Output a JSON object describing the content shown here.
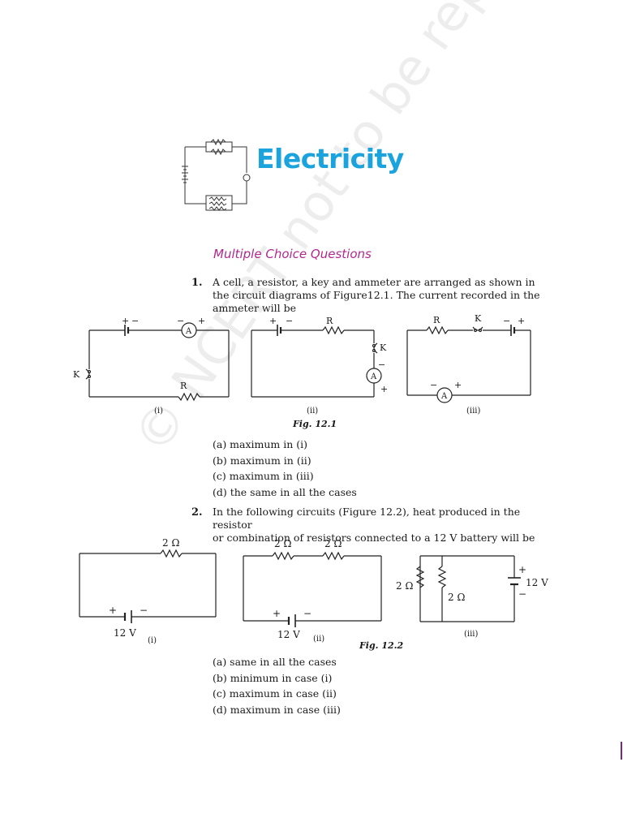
{
  "chapter": {
    "title": "Electricity"
  },
  "section": {
    "title": "Multiple Choice Questions"
  },
  "questions": [
    {
      "number": "1.",
      "lines": [
        "A cell, a resistor, a key and ammeter are arranged as shown in",
        "the circuit diagrams of Figure12.1. The current recorded in the",
        "ammeter will be"
      ],
      "figure_caption": "Fig. 12.1",
      "options": [
        "(a)  maximum in (i)",
        "(b)  maximum in (ii)",
        "(c)  maximum in (iii)",
        "(d)  the same in all the cases"
      ]
    },
    {
      "number": "2.",
      "lines": [
        "In the following circuits (Figure 12.2), heat produced in the resistor",
        "or combination of resistors connected to a 12 V battery will be"
      ],
      "figure_caption": "Fig. 12.2",
      "options": [
        "(a)  same in all the cases",
        "(b)  minimum in case (i)",
        "(c)  maximum in case (ii)",
        "(d)  maximum in case (iii)"
      ]
    }
  ],
  "fig1": {
    "labels": {
      "ammeter": "A",
      "resistor": "R",
      "key": "K",
      "plus": "+",
      "minus": "−"
    },
    "panels": [
      "(i)",
      "(ii)",
      "(iii)"
    ]
  },
  "fig2": {
    "labels": {
      "resistance": "2 Ω",
      "battery": "12 V",
      "plus": "+",
      "minus": "−"
    },
    "panels": [
      "(i)",
      "(ii)",
      "(iii)"
    ]
  },
  "watermark": {
    "text": "© NCERT   not to be republished"
  }
}
